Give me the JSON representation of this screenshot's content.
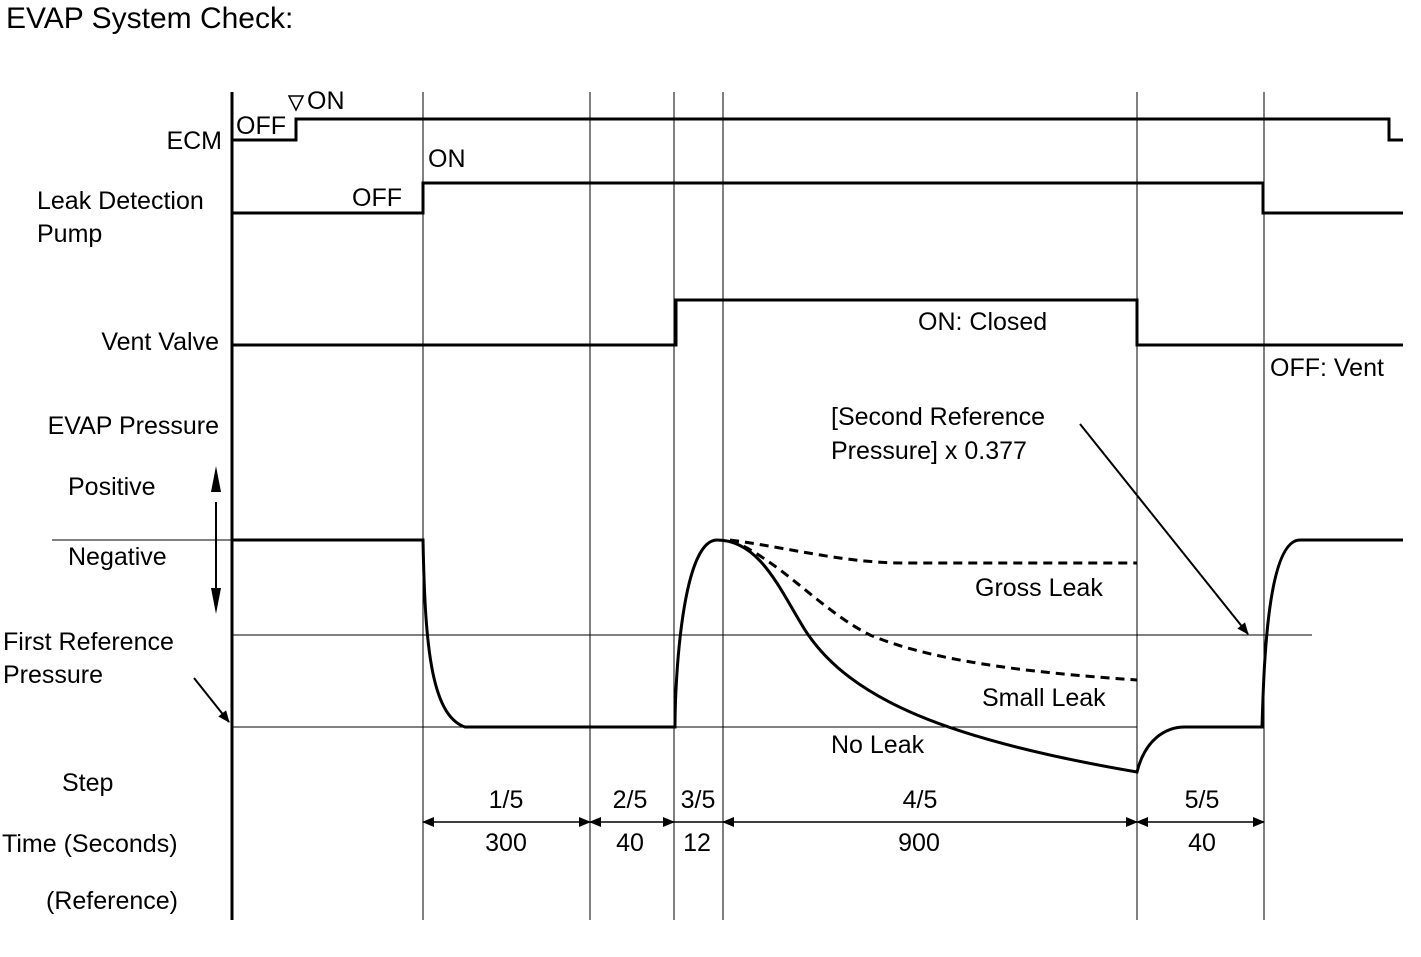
{
  "title": "EVAP System Check:",
  "rows": {
    "ecm": "ECM",
    "leak_pump_line1": "Leak Detection",
    "leak_pump_line2": "Pump",
    "vent_valve": "Vent Valve",
    "evap_pressure": "EVAP Pressure",
    "positive": "Positive",
    "negative": "Negative",
    "first_ref_line1": "First Reference",
    "first_ref_line2": "Pressure",
    "step": "Step",
    "time": "Time (Seconds)",
    "reference": "(Reference)"
  },
  "signal_labels": {
    "ecm_off": "OFF",
    "ecm_on": "ON",
    "pump_off": "OFF",
    "pump_on": "ON",
    "vent_on": "ON: Closed",
    "vent_off": "OFF: Vent"
  },
  "pressure_labels": {
    "second_ref_line1": "[Second Reference",
    "second_ref_line2": "Pressure] x 0.377",
    "gross_leak": "Gross Leak",
    "small_leak": "Small Leak",
    "no_leak": "No Leak"
  },
  "steps": [
    {
      "step": "1/5",
      "time": "300"
    },
    {
      "step": "2/5",
      "time": "40"
    },
    {
      "step": "3/5",
      "time": "12"
    },
    {
      "step": "4/5",
      "time": "900"
    },
    {
      "step": "5/5",
      "time": "40"
    }
  ]
}
